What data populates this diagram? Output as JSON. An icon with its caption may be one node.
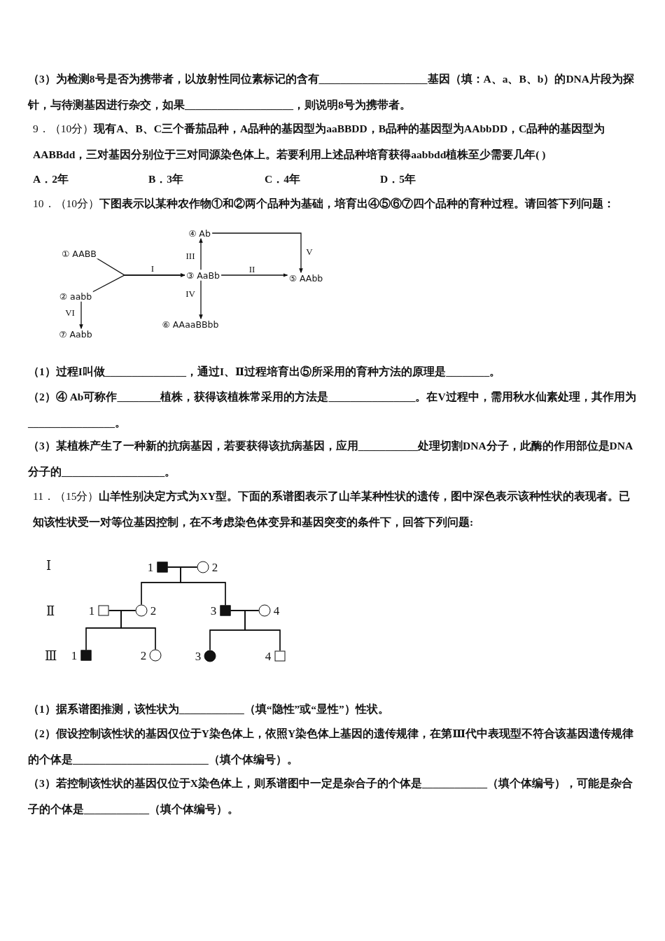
{
  "diagram": {
    "nodes": [
      {
        "text": [
          "① AABB"
        ]
      },
      {
        "text": [
          "② aabb"
        ]
      },
      {
        "text": [
          "③ AaBb"
        ]
      },
      {
        "text": [
          "④ Ab"
        ]
      },
      {
        "text": [
          "⑤ AAbb"
        ]
      },
      {
        "text": [
          "⑥ AAaaBBbb"
        ]
      },
      {
        "text": [
          "⑦ Aabb"
        ]
      },
      {
        "text": [],
        "shape": "box",
        "beside": [
          "1"
        ]
      },
      {
        "text": [],
        "shape": "circle",
        "beside": [
          "2"
        ]
      },
      {
        "text": [],
        "shape": "box",
        "beside": [
          "1"
        ]
      },
      {
        "text": [],
        "shape": "circle",
        "beside": [
          "2"
        ]
      },
      {
        "text": [],
        "shape": "box",
        "beside": [
          "3"
        ]
      },
      {
        "text": [],
        "shape": "circle",
        "beside": [
          "4"
        ]
      },
      {
        "text": [],
        "shape": "box",
        "beside": [
          "1"
        ]
      },
      {
        "text": [],
        "shape": "circle",
        "beside": [
          "2"
        ]
      },
      {
        "text": [],
        "shape": "circle",
        "beside": [
          "3"
        ]
      },
      {
        "text": [],
        "shape": "box",
        "beside": [
          "4"
        ]
      }
    ],
    "edges": [
      {
        "from": 0,
        "to": 2,
        "arrow": "to",
        "label": "I"
      },
      {
        "from": 1,
        "to": 2,
        "arrow": "to"
      },
      {
        "from": 2,
        "to": 3,
        "arrow": "to",
        "label": "III"
      },
      {
        "from": 2,
        "to": 4,
        "arrow": "to",
        "label": "II"
      },
      {
        "from": 3,
        "to": 4,
        "arrow": "to",
        "label": "V"
      },
      {
        "from": 2,
        "to": 5,
        "arrow": "to",
        "label": "IV"
      },
      {
        "from": 1,
        "to": 6,
        "arrow": "to",
        "label": "VI"
      },
      {
        "from": 7,
        "to": 8,
        "arrow": "none"
      },
      {
        "from": 7,
        "to": 10,
        "arrow": "none"
      },
      {
        "from": 8,
        "to": 10,
        "arrow": "none"
      },
      {
        "from": 7,
        "to": 11,
        "arrow": "none"
      },
      {
        "from": 8,
        "to": 11,
        "arrow": "none"
      },
      {
        "from": 9,
        "to": 10,
        "arrow": "none"
      },
      {
        "from": 9,
        "to": 13,
        "arrow": "none"
      },
      {
        "from": 10,
        "to": 13,
        "arrow": "none"
      },
      {
        "from": 9,
        "to": 14,
        "arrow": "none"
      },
      {
        "from": 10,
        "to": 14,
        "arrow": "none"
      },
      {
        "from": 11,
        "to": 12,
        "arrow": "none"
      },
      {
        "from": 11,
        "to": 15,
        "arrow": "none"
      },
      {
        "from": 12,
        "to": 15,
        "arrow": "none"
      },
      {
        "from": 11,
        "to": 16,
        "arrow": "none"
      },
      {
        "from": 12,
        "to": 16,
        "arrow": "none"
      }
    ],
    "labels": [
      "（3）为检测8号是否为携带者，以放射性同位素标记的含有____________________基因（填：A、a、B、b）的DNA片段为探针，与待测基因进行杂交，如果____________________，则说明8号为携带者。",
      "9．（10分）**现有A、B、C三个番茄品种，A品种的基因型为aaBBDD，B品种的基因型为AAbbDD，C品种的基因型为AABBdd，三对基因分别位于三对同源染色体上。若要利用上述品种培育获得aabbdd植株至少需要几年( )**",
      "A．2年",
      "B．3年",
      "C．4年",
      "D．5年",
      "10．（10分）**下图表示以某种农作物①和②两个品种为基础，培育出④⑤⑥⑦四个品种的育种过程。请回答下列问题：**",
      "（1）过程I叫做_______________，通过I、Ⅱ过程培育出⑤所采用的育种方法的原理是________。",
      "（2）④ Ab可称作________植株，获得该植株常采用的方法是________________。在V过程中，需用秋水仙素处理，其作用为________________。",
      "（3）某植株产生了一种新的抗病基因，若要获得该抗病基因，应用___________处理切割DNA分子，此酶的作用部位是DNA分子的___________________。",
      "11．（15分）**山羊性别决定方式为XY型。下面的系谱图表示了山羊某种性状的遗传，图中深色表示该种性状的表现者。已知该性状受一对等位基因控制，在不考虑染色体变异和基因突变的条件下，回答下列问题:**",
      "Ⅰ",
      "Ⅱ",
      "Ⅲ",
      "（1）据系谱图推测，该性状为____________（填“隐性”或“显性”）性状。",
      "（2）假设控制该性状的基因仅位于Y染色体上，依照Y染色体上基因的遗传规律，在第Ⅲ代中表现型不符合该基因遗传规律的个体是_________________________（填个体编号）。",
      "（3）若控制该性状的基因仅位于X染色体上，则系谱图中一定是杂合子的个体是____________（填个体编号），可能是杂合子的个体是____________（填个体编号）。"
    ]
  }
}
